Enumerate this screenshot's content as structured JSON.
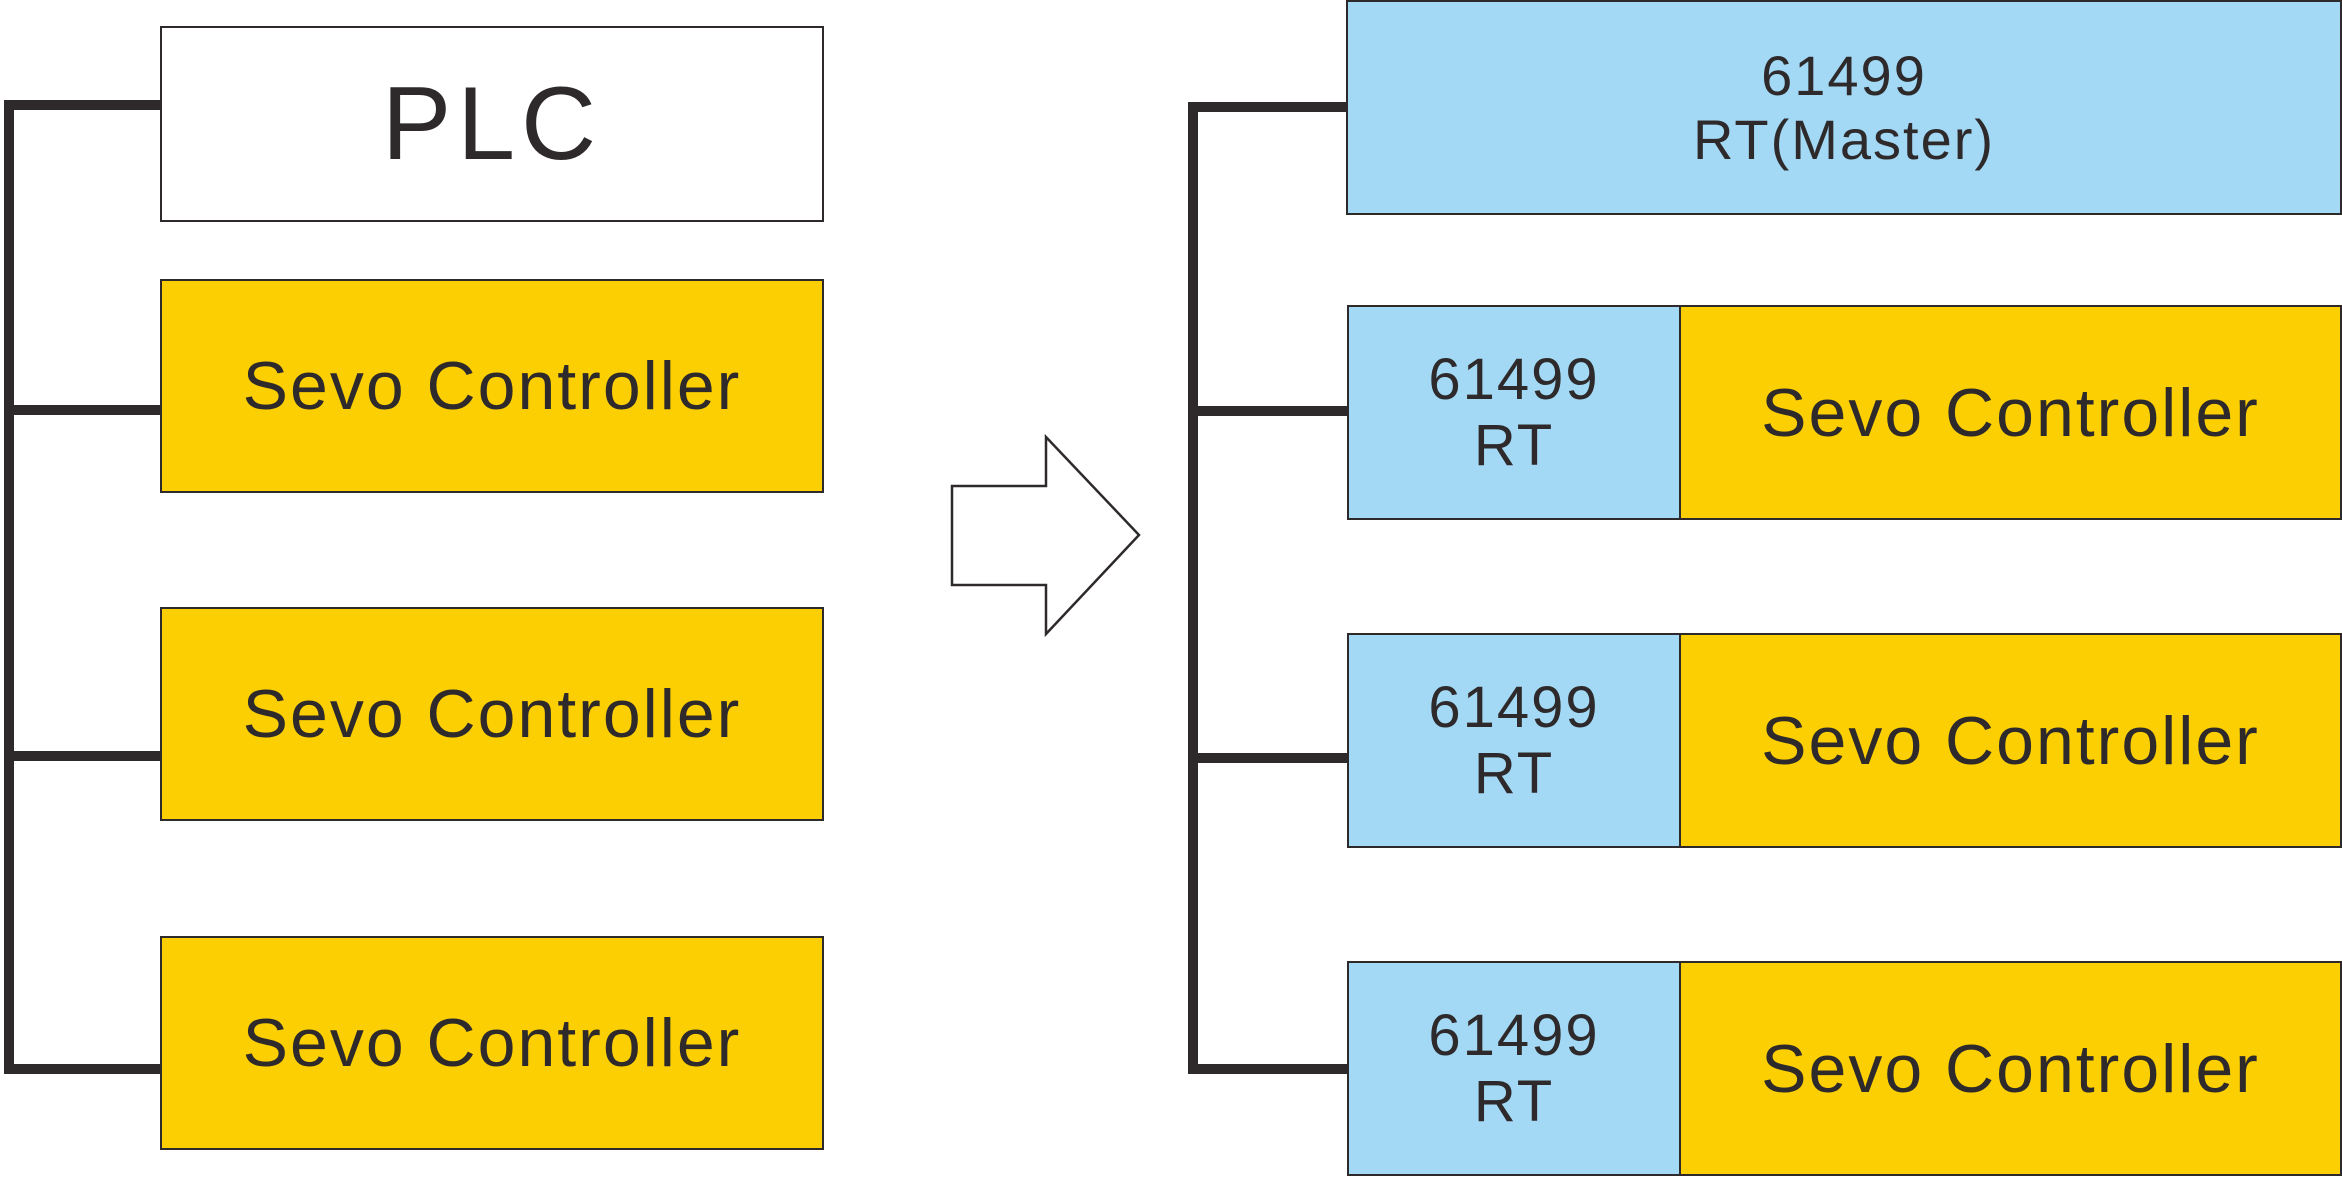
{
  "left_system": {
    "plc_label": "PLC",
    "controllers": [
      {
        "label": "Sevo Controller"
      },
      {
        "label": "Sevo Controller"
      },
      {
        "label": "Sevo Controller"
      }
    ]
  },
  "right_system": {
    "master": {
      "line1": "61499",
      "line2": "RT(Master)"
    },
    "nodes": [
      {
        "rt_line1": "61499",
        "rt_line2": "RT",
        "controller_label": "Sevo Controller"
      },
      {
        "rt_line1": "61499",
        "rt_line2": "RT",
        "controller_label": "Sevo Controller"
      },
      {
        "rt_line1": "61499",
        "rt_line2": "RT",
        "controller_label": "Sevo Controller"
      }
    ]
  },
  "colors": {
    "controller_fill": "#fbcf02",
    "rt_fill": "#a3d9f5",
    "line": "#2e2a2b",
    "plc_fill": "#ffffff"
  },
  "icons": {
    "transition_arrow": "right-arrow-outline"
  }
}
